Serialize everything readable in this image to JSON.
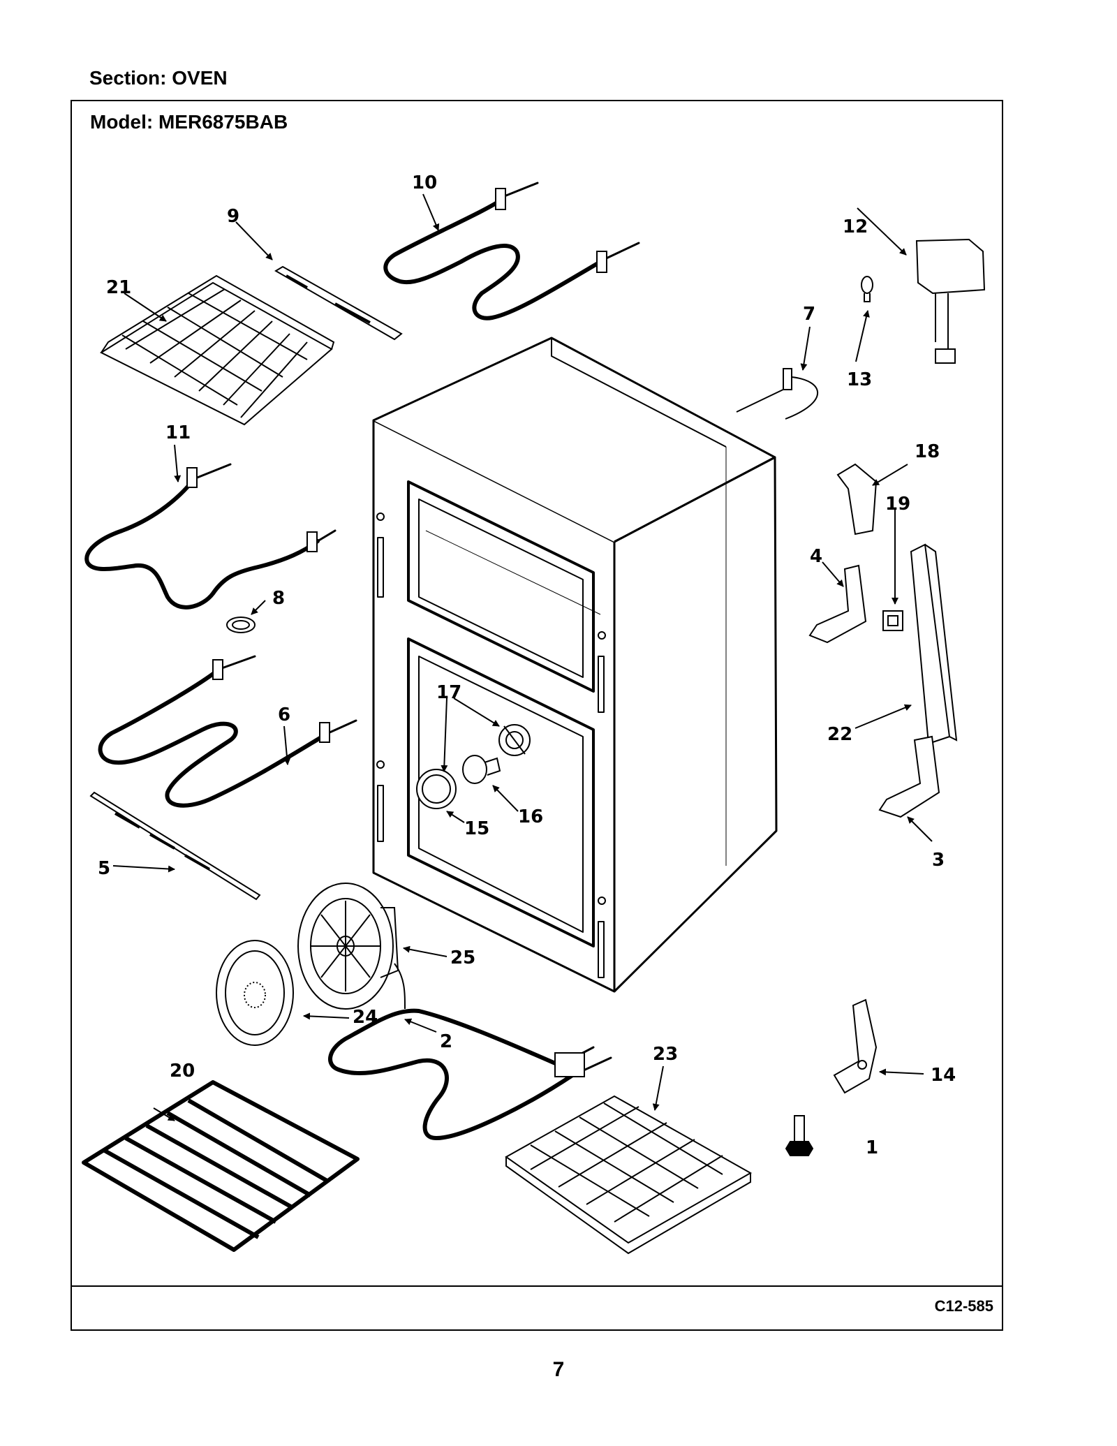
{
  "header": {
    "section": "Section:  OVEN"
  },
  "frame": {
    "model": "Model:  MER6875BAB",
    "code": "C12-585"
  },
  "page": {
    "number": "7"
  },
  "parts": {
    "p1": "1",
    "p2": "2",
    "p3": "3",
    "p4": "4",
    "p5": "5",
    "p6": "6",
    "p7": "7",
    "p8": "8",
    "p9": "9",
    "p10": "10",
    "p11": "11",
    "p12": "12",
    "p13": "13",
    "p14": "14",
    "p15": "15",
    "p16": "16",
    "p17": "17",
    "p18": "18",
    "p19": "19",
    "p20": "20",
    "p21": "21",
    "p22": "22",
    "p23": "23",
    "p24": "24",
    "p25": "25"
  }
}
